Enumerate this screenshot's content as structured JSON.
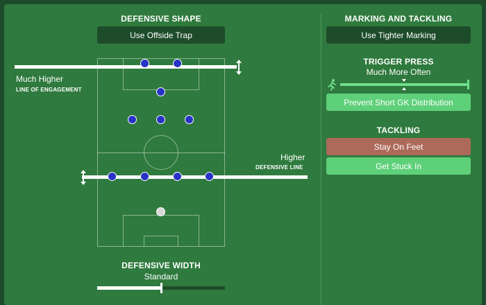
{
  "defensive_shape": {
    "heading": "DEFENSIVE SHAPE",
    "offside_button": "Use Offside Trap",
    "line_of_engagement": {
      "value": "Much Higher",
      "label": "LINE OF ENGAGEMENT"
    },
    "defensive_line": {
      "value": "Higher",
      "label": "DEFENSIVE LINE"
    },
    "width": {
      "heading": "DEFENSIVE WIDTH",
      "value": "Standard",
      "level": 0.5
    }
  },
  "marking_tackling": {
    "heading": "MARKING AND TACKLING",
    "marking_button": "Use Tighter Marking",
    "trigger_press": {
      "heading": "TRIGGER PRESS",
      "value": "Much More Often",
      "level": 1.0
    },
    "gk_button": "Prevent Short GK Distribution",
    "tackling": {
      "heading": "TACKLING",
      "stay_on_feet": "Stay On Feet",
      "get_stuck_in": "Get Stuck In"
    }
  },
  "colors": {
    "panel": "#2f7a3e",
    "player": "#2733c4",
    "active_green": "#5fd07a",
    "inactive_red": "#ad6a5a"
  },
  "icons": {
    "press": "running-player-icon",
    "arrows": "vertical-double-arrow-icon"
  }
}
